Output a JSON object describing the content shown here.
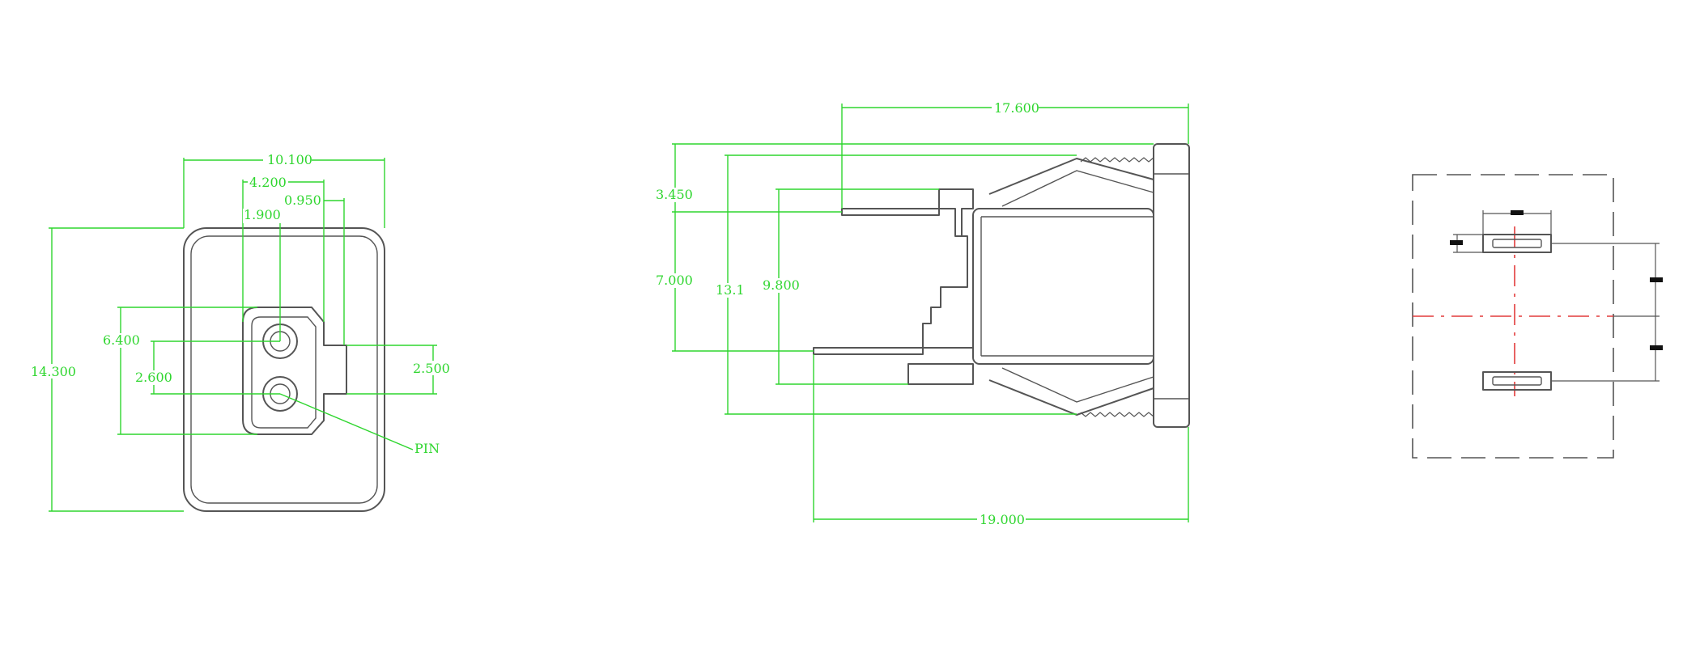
{
  "front_view": {
    "width": "10.100",
    "height": "14.300",
    "offset_a": "4.200",
    "offset_b": "0.950",
    "offset_c": "1.900",
    "socket_height": "6.400",
    "pin_pitch": "2.600",
    "tab_height": "2.500",
    "pin_label": "PIN"
  },
  "side_view": {
    "top_length": "17.600",
    "bottom_length": "19.000",
    "pin_offset": "3.450",
    "pin_spacing": "7.000",
    "body_height": "13.1",
    "inner_height": "9.800"
  },
  "colors": {
    "dimension": "#2fd62f",
    "outline": "#555555",
    "centerline": "#e23b3b"
  }
}
